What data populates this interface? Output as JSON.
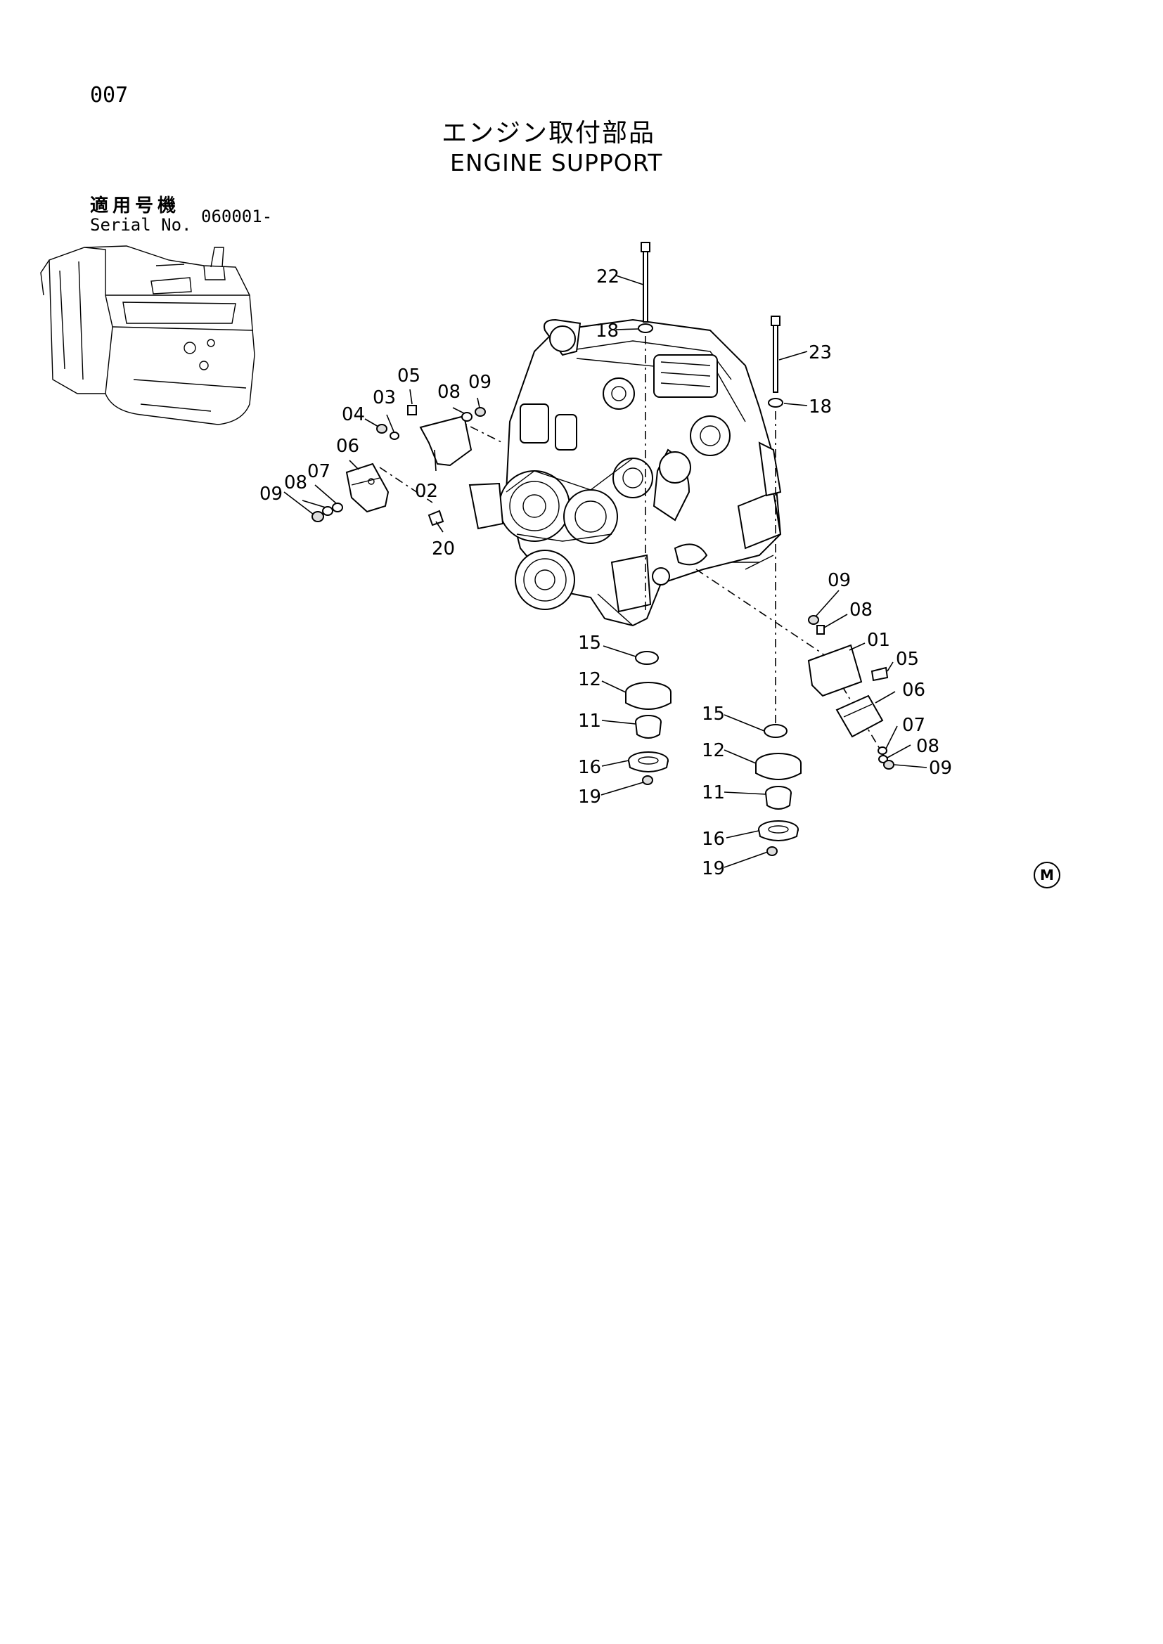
{
  "header": {
    "page_number": "007",
    "title_ja": "エンジン取付部品",
    "title_en": "ENGINE SUPPORT"
  },
  "serial": {
    "label_ja": "適用号機",
    "label_en": "Serial No.",
    "value": "060001-"
  },
  "corner_mark": "M",
  "callouts": [
    {
      "id": "c22",
      "text": "22"
    },
    {
      "id": "c18a",
      "text": "18"
    },
    {
      "id": "c23",
      "text": "23"
    },
    {
      "id": "c18b",
      "text": "18"
    },
    {
      "id": "c05a",
      "text": "05"
    },
    {
      "id": "c08a",
      "text": "08"
    },
    {
      "id": "c09a",
      "text": "09"
    },
    {
      "id": "c03",
      "text": "03"
    },
    {
      "id": "c04",
      "text": "04"
    },
    {
      "id": "c06a",
      "text": "06"
    },
    {
      "id": "c07a",
      "text": "07"
    },
    {
      "id": "c08b",
      "text": "08"
    },
    {
      "id": "c09b",
      "text": "09"
    },
    {
      "id": "c02",
      "text": "02"
    },
    {
      "id": "c20",
      "text": "20"
    },
    {
      "id": "c09c",
      "text": "09"
    },
    {
      "id": "c08c",
      "text": "08"
    },
    {
      "id": "c01",
      "text": "01"
    },
    {
      "id": "c05b",
      "text": "05"
    },
    {
      "id": "c06b",
      "text": "06"
    },
    {
      "id": "c07b",
      "text": "07"
    },
    {
      "id": "c08d",
      "text": "08"
    },
    {
      "id": "c09d",
      "text": "09"
    },
    {
      "id": "c15a",
      "text": "15"
    },
    {
      "id": "c12a",
      "text": "12"
    },
    {
      "id": "c11a",
      "text": "11"
    },
    {
      "id": "c16a",
      "text": "16"
    },
    {
      "id": "c19a",
      "text": "19"
    },
    {
      "id": "c15b",
      "text": "15"
    },
    {
      "id": "c12b",
      "text": "12"
    },
    {
      "id": "c11b",
      "text": "11"
    },
    {
      "id": "c16b",
      "text": "16"
    },
    {
      "id": "c19b",
      "text": "19"
    }
  ]
}
